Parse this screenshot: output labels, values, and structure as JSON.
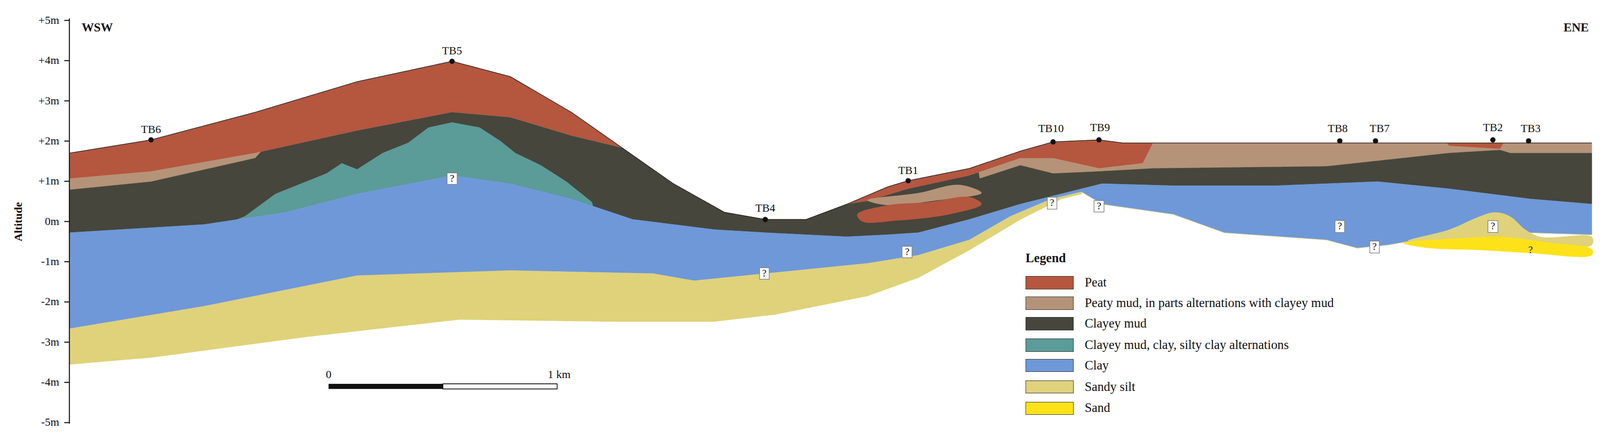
{
  "diagram": {
    "labels": [
      "WSW",
      "ENE",
      "+5m",
      "+4m",
      "+3m",
      "+2m",
      "+1m",
      "0m",
      "-1m",
      "-2m",
      "-3m",
      "-4m",
      "-5m",
      "Altitude",
      "TB6",
      "TB5",
      "TB4",
      "TB1",
      "TB10",
      "TB9",
      "TB8",
      "TB7",
      "TB2",
      "TB3",
      "?",
      "?",
      "?",
      "?",
      "?",
      "?",
      "?",
      "?",
      "?",
      "0",
      "1 km",
      "Legend"
    ],
    "legend": [
      {
        "text": "Peat",
        "color": "#b5563f"
      },
      {
        "text": "Peaty mud, in parts alternations with clayey mud",
        "color": "#b59378"
      },
      {
        "text": "Clayey mud",
        "color": "#46463c"
      },
      {
        "text": "Clayey mud, clay, silty clay alternations",
        "color": "#5b9b98"
      },
      {
        "text": "Clay",
        "color": "#6f98d8"
      },
      {
        "text": "Sandy silt",
        "color": "#dfd27a"
      },
      {
        "text": "Sand",
        "color": "#fde21a"
      }
    ]
  }
}
